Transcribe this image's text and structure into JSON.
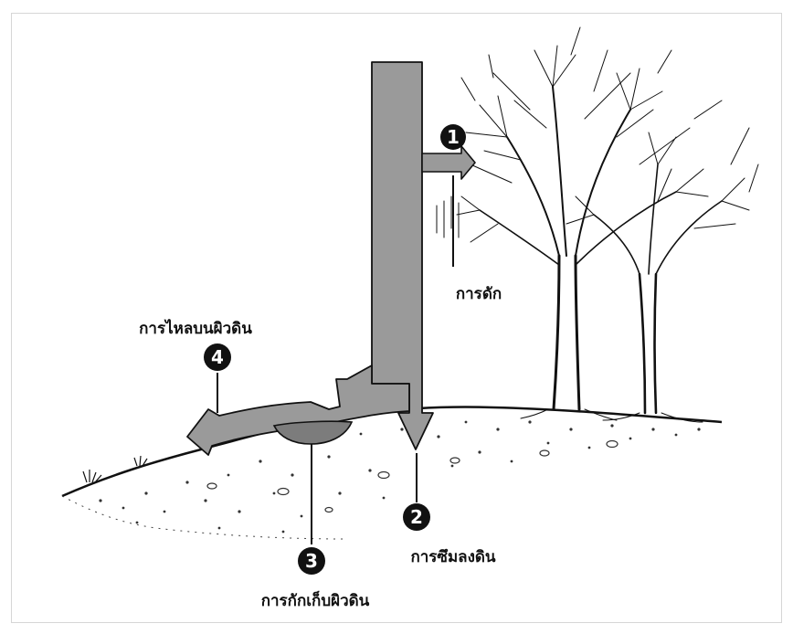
{
  "labels": {
    "interception": "การดัก",
    "runoff": "การไหลบนผิวดิน",
    "infiltration": "การซึมลงดิน",
    "surface_storage": "การกักเก็บผิวดิน"
  },
  "markers": {
    "m1": "1",
    "m2": "2",
    "m3": "3",
    "m4": "4"
  },
  "colors": {
    "arrow_fill": "#9a9a9a",
    "ink": "#111111",
    "marker_fill": "#111111",
    "pool_fill": "#7c7c7c"
  }
}
